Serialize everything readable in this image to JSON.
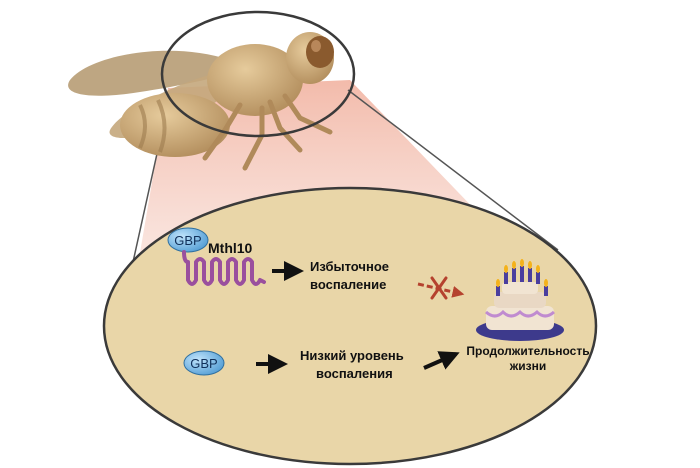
{
  "labels": {
    "gbp_top": "GBP",
    "receptor": "Mthl10",
    "excess_inflammation_line1": "Избыточное",
    "excess_inflammation_line2": "воспаление",
    "gbp_bottom": "GBP",
    "low_inflammation_line1": "Низкий уровень",
    "low_inflammation_line2": "воспаления",
    "lifespan_line1": "Продолжительность",
    "lifespan_line2": "жизни"
  },
  "colors": {
    "ellipse_fill": "#e9d6a8",
    "ellipse_stroke": "#3a3a3a",
    "cone_fill": "#f3c6ba",
    "fly_body": "#c9a878",
    "fly_dark": "#9c7b4f",
    "wing": "#b99a6c",
    "gbp_fill": "#74b8e6",
    "receptor": "#9a4f9e",
    "arrow": "#111111",
    "blocked_arrow": "#b5422e",
    "cake_plate": "#3d3a8c",
    "cake_body": "#f1e4d2",
    "cake_decor": "#c08bd0",
    "candle": "#4a3e9e",
    "flame": "#f4b21b"
  },
  "icons": {
    "fly": "fruit-fly-illustration",
    "magnifier": "zoom-circle",
    "cake": "birthday-cake-icon",
    "blocked": "x-mark-icon"
  }
}
